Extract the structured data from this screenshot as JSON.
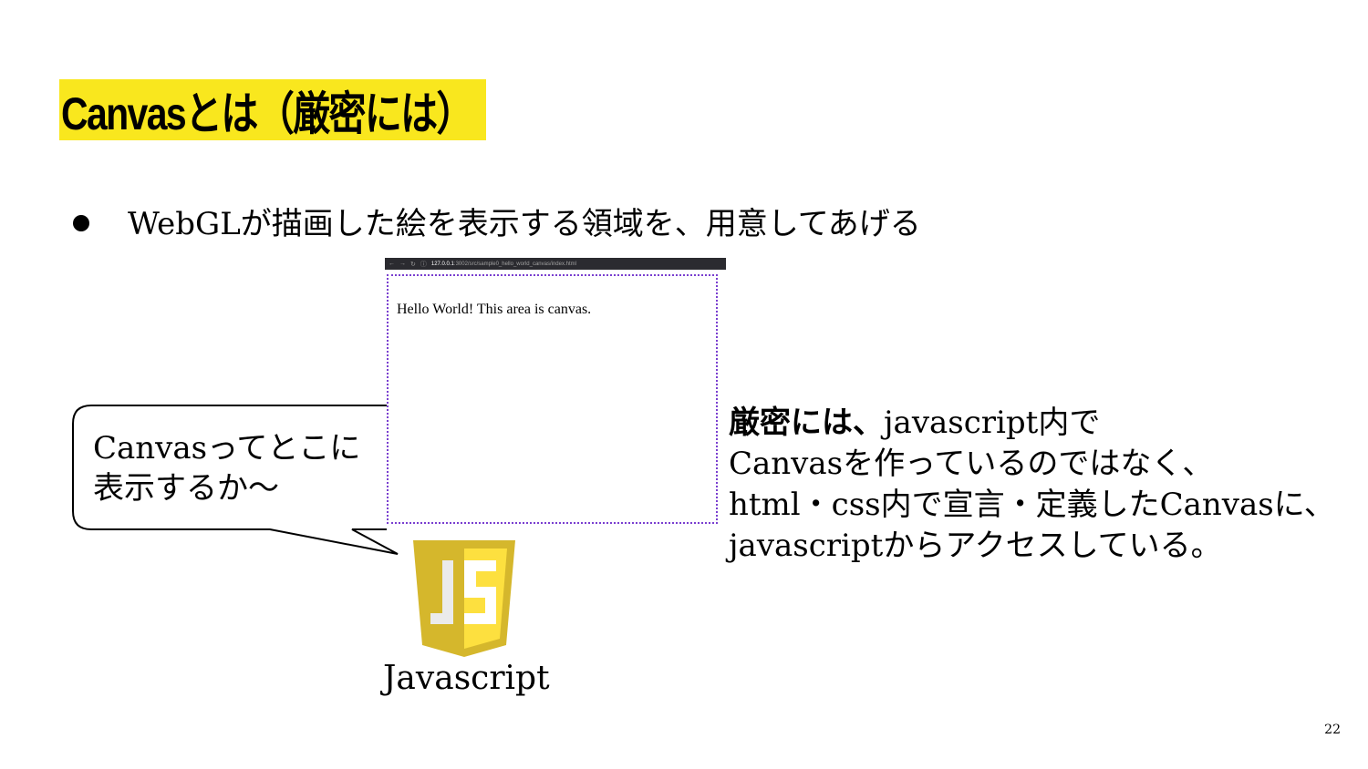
{
  "slide": {
    "title": "Canvasとは（厳密には）",
    "bullet": "WebGLが描画した絵を表示する領域を、用意してあげる",
    "page_number": "22"
  },
  "browser": {
    "url_host": "127.0.0.1",
    "url_path": ":3002/src/sample0_hello_world_canvas/index.html",
    "canvas_text": "Hello World! This area is canvas."
  },
  "bubble": {
    "text": "Canvasってとこに表示するか〜"
  },
  "js": {
    "logo_letters": "JS",
    "label": "Javascript"
  },
  "explanation": {
    "strong": "厳密には、",
    "line1_rest": "javascript内で",
    "line2": "Canvasを作っているのではなく、",
    "line3": "html・css内で宣言・定義したCanvasに、",
    "line4": "javascriptからアクセスしている。"
  },
  "colors": {
    "title_highlight": "#f9e71e",
    "canvas_border": "#7a3fd0",
    "js_dark": "#d5b72c",
    "js_light": "#fde03f"
  }
}
